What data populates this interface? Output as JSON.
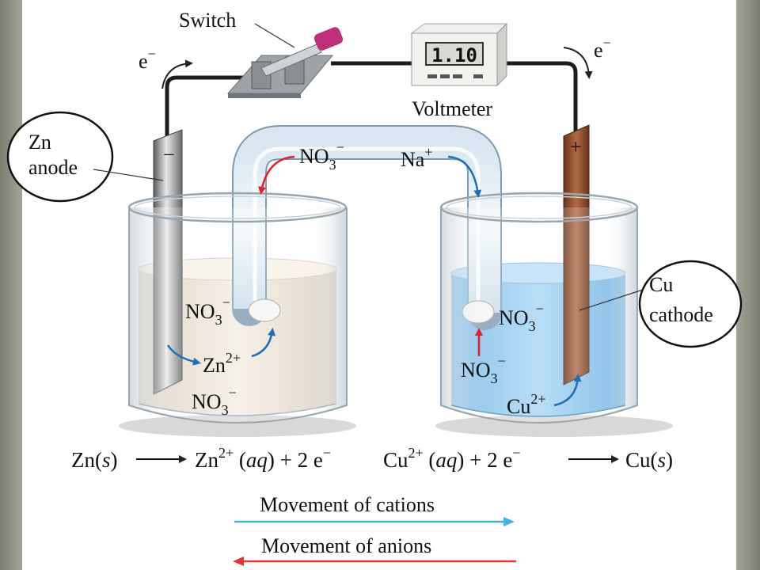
{
  "labels": {
    "switch": "Switch",
    "voltmeter": "Voltmeter",
    "meter_reading": "1.10",
    "electron_left": "e",
    "electron_right": "e",
    "minus_sign": "−",
    "anode_sign": "−",
    "cathode_sign": "+",
    "zn_anode_line1": "Zn",
    "zn_anode_line2": "anode",
    "cu_cathode_line1": "Cu",
    "cu_cathode_line2": "cathode",
    "bridge_no3": "NO",
    "bridge_na": "Na",
    "left_no3_top": "NO",
    "left_zn": "Zn",
    "left_no3_bottom": "NO",
    "right_no3_top": "NO",
    "right_no3_mid": "NO",
    "right_cu": "Cu",
    "sub3": "3",
    "sup_minus": "−",
    "sup_plus": "+",
    "sup_2plus": "2+"
  },
  "equations": {
    "left": {
      "a": "Zn(",
      "a_it": "s",
      "a_end": ")",
      "b": "Zn",
      "b_sup": "2+",
      "b_mid": " (",
      "b_it": "aq",
      "b_end": ") + 2 e",
      "b_sup2": "−"
    },
    "right": {
      "a": "Cu",
      "a_sup": "2+",
      "a_mid": " (",
      "a_it": "aq",
      "a_end": ") + 2 e",
      "a_sup2": "−",
      "b": "Cu(",
      "b_it": "s",
      "b_end": ")"
    }
  },
  "legend": {
    "cations": "Movement of cations",
    "anions": "Movement of anions"
  },
  "colors": {
    "cation_arrow": "#3ab6e6",
    "anion_arrow": "#e8323a",
    "zinc_solution": "#ece3d6",
    "copper_solution": "#8cc6ee",
    "copper_electrode": "#8a4a2a",
    "switch_handle": "#c0307a"
  }
}
